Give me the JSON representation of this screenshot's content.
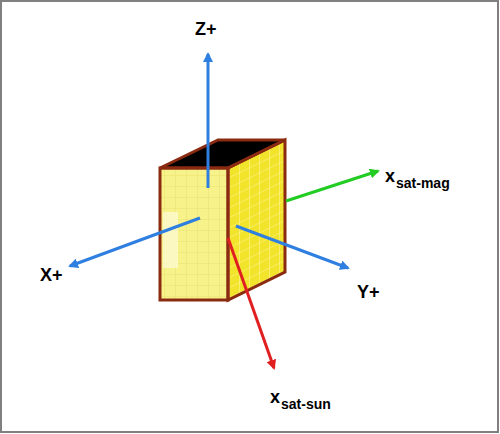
{
  "diagram": {
    "labels": [
      "Z+",
      "X+",
      "Y+",
      "x",
      "sat-mag",
      "x",
      "sat-sun"
    ]
  }
}
